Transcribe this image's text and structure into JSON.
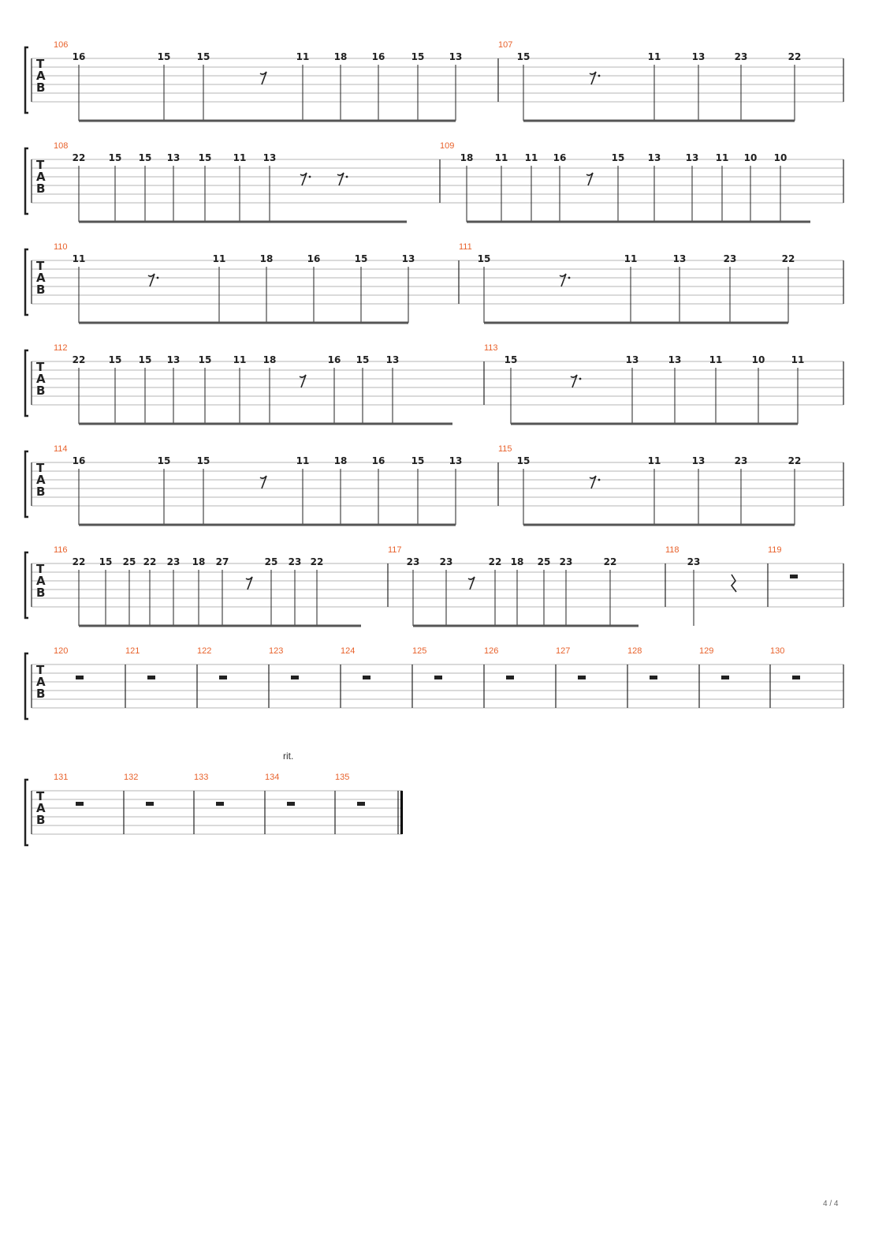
{
  "tab_label": [
    "T",
    "A",
    "B"
  ],
  "tempo_mark": "rit.",
  "page_number": "4 / 4",
  "colors": {
    "measure_number": "#e8622c",
    "staff_line": "#b4b4b4",
    "ink": "#222222"
  },
  "systems": [
    {
      "measures": [
        {
          "number": "106",
          "frets": [
            "16",
            "15",
            "15",
            "11",
            "18",
            "16",
            "15",
            "13"
          ]
        },
        {
          "number": "107",
          "frets": [
            "15",
            "11",
            "13",
            "23",
            "22"
          ]
        }
      ]
    },
    {
      "measures": [
        {
          "number": "108",
          "frets": [
            "22",
            "15",
            "15",
            "13",
            "15",
            "11",
            "13"
          ]
        },
        {
          "number": "109",
          "frets": [
            "18",
            "11",
            "11",
            "16",
            "15",
            "13",
            "13",
            "11",
            "10",
            "10"
          ]
        }
      ]
    },
    {
      "measures": [
        {
          "number": "110",
          "frets": [
            "11",
            "11",
            "18",
            "16",
            "15",
            "13"
          ]
        },
        {
          "number": "111",
          "frets": [
            "15",
            "11",
            "13",
            "23",
            "22"
          ]
        }
      ]
    },
    {
      "measures": [
        {
          "number": "112",
          "frets": [
            "22",
            "15",
            "15",
            "13",
            "15",
            "11",
            "18",
            "16",
            "15",
            "13"
          ]
        },
        {
          "number": "113",
          "frets": [
            "15",
            "13",
            "13",
            "11",
            "10",
            "11"
          ]
        }
      ]
    },
    {
      "measures": [
        {
          "number": "114",
          "frets": [
            "16",
            "15",
            "15",
            "11",
            "18",
            "16",
            "15",
            "13"
          ]
        },
        {
          "number": "115",
          "frets": [
            "15",
            "11",
            "13",
            "23",
            "22"
          ]
        }
      ]
    },
    {
      "measures": [
        {
          "number": "116",
          "frets": [
            "22",
            "15",
            "25",
            "22",
            "23",
            "18",
            "27",
            "25",
            "23",
            "22"
          ]
        },
        {
          "number": "117",
          "frets": [
            "23",
            "23",
            "22",
            "18",
            "25",
            "23",
            "22"
          ]
        },
        {
          "number": "118",
          "frets": [
            "23"
          ]
        },
        {
          "number": "119",
          "frets": []
        }
      ]
    },
    {
      "measures": [
        {
          "number": "120",
          "frets": []
        },
        {
          "number": "121",
          "frets": []
        },
        {
          "number": "122",
          "frets": []
        },
        {
          "number": "123",
          "frets": []
        },
        {
          "number": "124",
          "frets": []
        },
        {
          "number": "125",
          "frets": []
        },
        {
          "number": "126",
          "frets": []
        },
        {
          "number": "127",
          "frets": []
        },
        {
          "number": "128",
          "frets": []
        },
        {
          "number": "129",
          "frets": []
        },
        {
          "number": "130",
          "frets": []
        }
      ]
    },
    {
      "measures": [
        {
          "number": "131",
          "frets": []
        },
        {
          "number": "132",
          "frets": []
        },
        {
          "number": "133",
          "frets": []
        },
        {
          "number": "134",
          "frets": []
        },
        {
          "number": "135",
          "frets": []
        }
      ]
    }
  ]
}
